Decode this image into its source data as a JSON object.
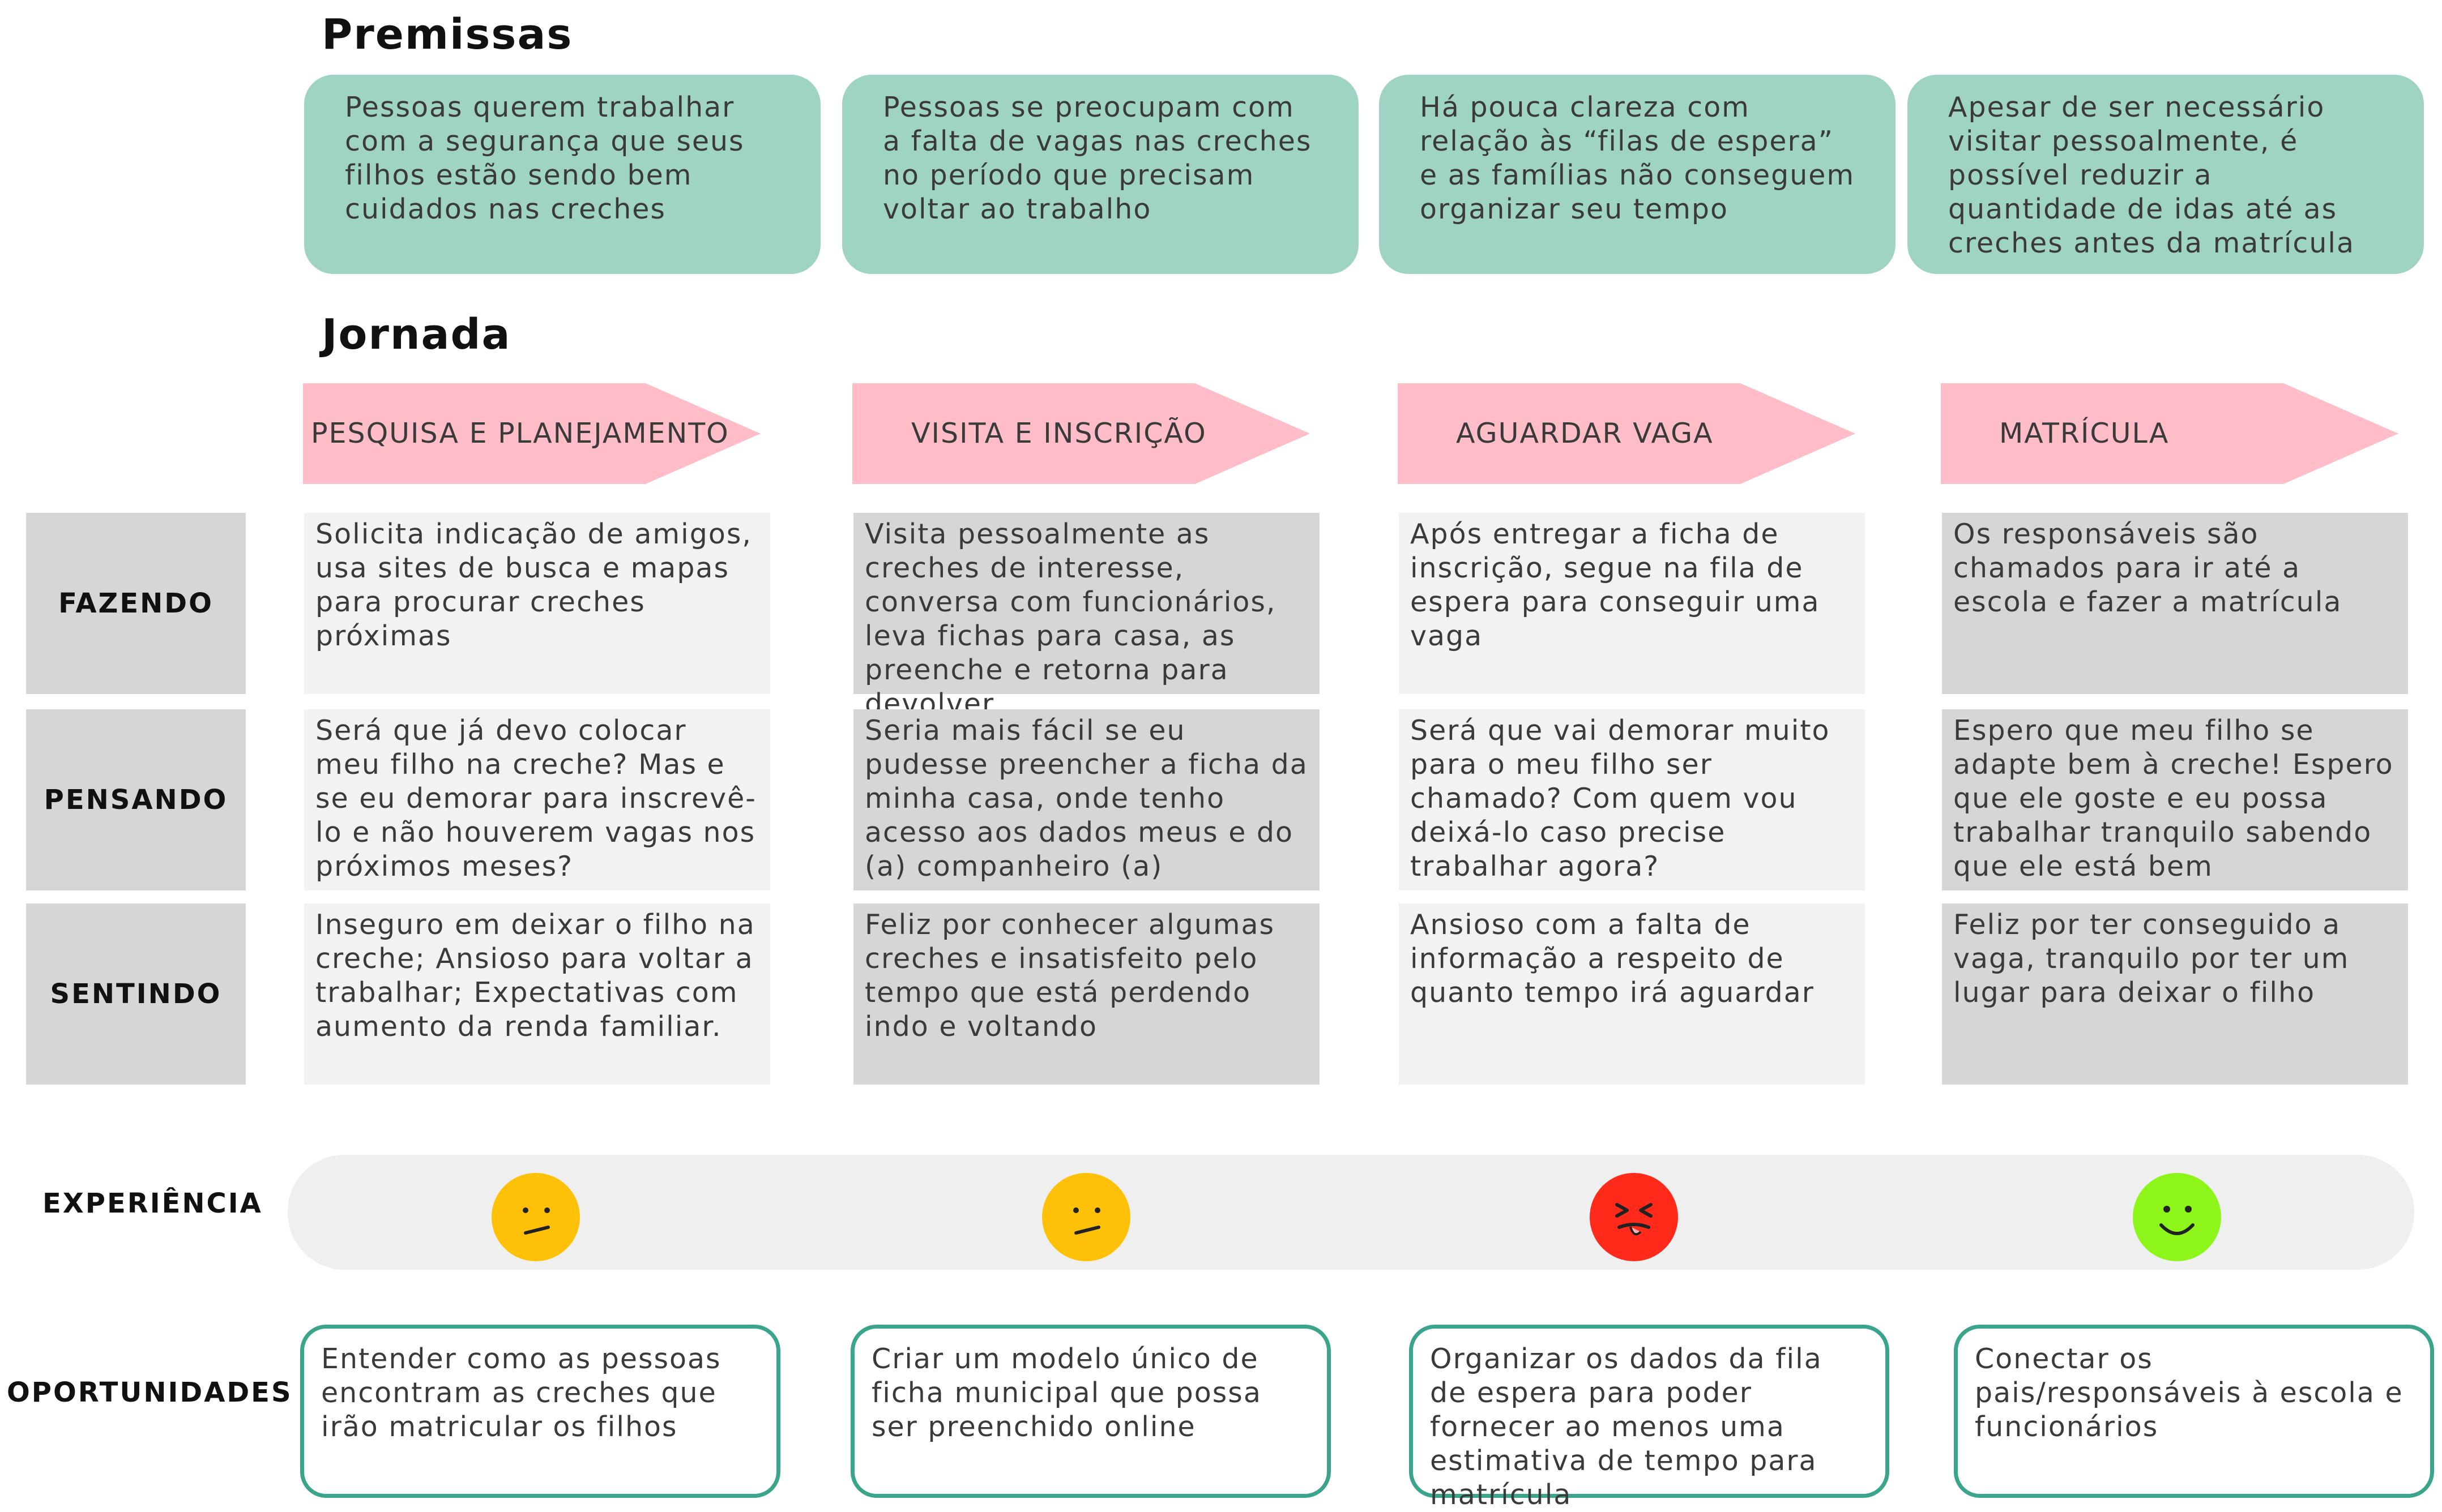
{
  "headings": {
    "premissas": "Premissas",
    "jornada": "Jornada"
  },
  "premises": [
    "Pessoas querem trabalhar com a segurança que seus filhos estão sendo bem cuidados nas creches",
    "Pessoas se preocupam com a falta de vagas nas creches no período que precisam voltar ao trabalho",
    "Há pouca clareza com relação às “filas de espera” e as famílias não conseguem organizar seu tempo",
    "Apesar de ser necessário visitar pessoalmente, é possível reduzir a quantidade de idas até as creches antes da matrícula"
  ],
  "stages": [
    "PESQUISA E  PLANEJAMENTO",
    "VISITA E INSCRIÇÃO",
    "AGUARDAR VAGA",
    "MATRÍCULA"
  ],
  "row_labels": {
    "fazendo": "FAZENDO",
    "pensando": "PENSANDO",
    "sentindo": "SENTINDO"
  },
  "fazendo": [
    "Solicita indicação de amigos, usa sites de busca e mapas para procurar creches próximas",
    "Visita pessoalmente as creches de interesse, conversa com funcionários, leva fichas para casa, as preenche e retorna para devolver",
    "Após entregar a ficha de inscrição, segue na fila de espera para conseguir uma vaga",
    "Os responsáveis são chamados para ir até a escola e fazer a matrícula"
  ],
  "pensando": [
    "Será que já devo colocar meu filho na creche? Mas e se eu demorar para inscrevê-lo e não houverem vagas nos próximos meses?",
    "Seria mais fácil se eu pudesse preencher a ficha da minha casa, onde tenho acesso aos dados meus e do (a) companheiro (a)",
    "Será que vai demorar muito para o meu filho ser chamado? Com quem vou deixá-lo caso precise trabalhar agora?",
    "Espero que meu filho se adapte bem à creche! Espero que ele goste e eu possa trabalhar tranquilo sabendo que ele está bem"
  ],
  "sentindo": [
    "Inseguro em deixar o filho na creche; Ansioso para voltar a trabalhar; Expectativas com aumento da renda familiar.",
    "Feliz por conhecer algumas creches e insatisfeito pelo tempo que está perdendo indo e voltando",
    "Ansioso com a falta de informação a respeito de quanto tempo irá aguardar",
    "Feliz por ter conseguido a vaga, tranquilo por ter um lugar para deixar o filho"
  ],
  "experience": {
    "label": "EXPERIÊNCIA",
    "faces": [
      {
        "icon": "confused-face-icon",
        "color": "#ffc107"
      },
      {
        "icon": "confused-face-icon",
        "color": "#ffc107"
      },
      {
        "icon": "angry-face-icon",
        "color": "#ff2a1a"
      },
      {
        "icon": "smiling-face-icon",
        "color": "#8ef51a"
      }
    ]
  },
  "opportunities": {
    "label": "OPORTUNIDADES",
    "items": [
      "Entender como as pessoas encontram as creches que irão matricular os filhos",
      "Criar um modelo único de ficha municipal que possa ser preenchido online",
      "Organizar os dados da fila de espera para poder fornecer ao menos uma estimativa de tempo para matrícula",
      "Conectar os pais/responsáveis à escola e funcionários"
    ]
  },
  "colors": {
    "premise": "#9fd4c5",
    "stage": "#ffbdc8",
    "opportunity_border": "#3aa58a"
  }
}
